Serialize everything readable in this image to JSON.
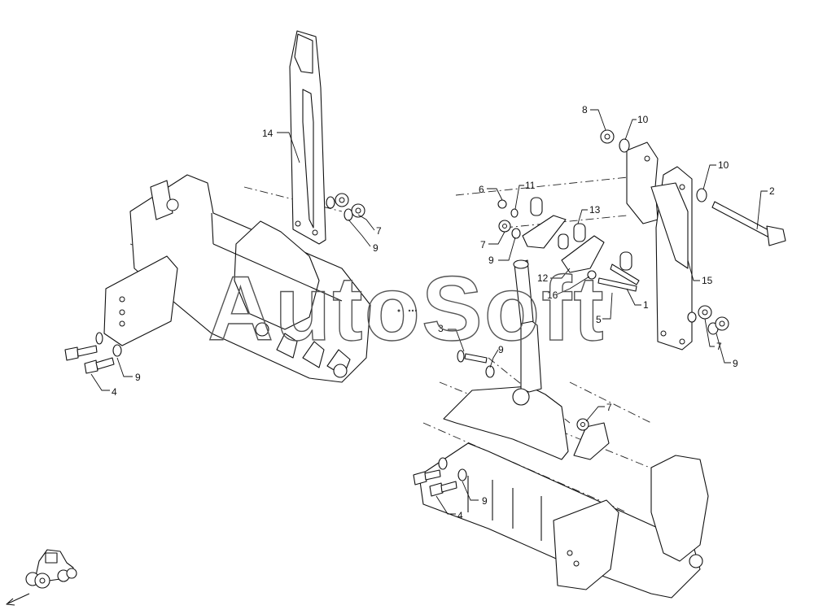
{
  "watermark": "AutoSoft",
  "callouts": {
    "c1": "1",
    "c2": "2",
    "c3": "3",
    "c4a": "4",
    "c4b": "4",
    "c5": "5",
    "c6": "6",
    "c7a": "7",
    "c7b": "7",
    "c7c": "7",
    "c7d": "7",
    "c8": "8",
    "c9a": "9",
    "c9b": "9",
    "c9c": "9",
    "c9d": "9",
    "c9e": "9",
    "c9f": "9",
    "c10a": "10",
    "c10b": "10",
    "c11": "11",
    "c12": "12",
    "c13": "13",
    "c14": "14",
    "c15": "15",
    "c16": "16"
  },
  "icons": {
    "tractor": "tractor-orientation-icon",
    "arrow": "direction-arrow-icon"
  }
}
